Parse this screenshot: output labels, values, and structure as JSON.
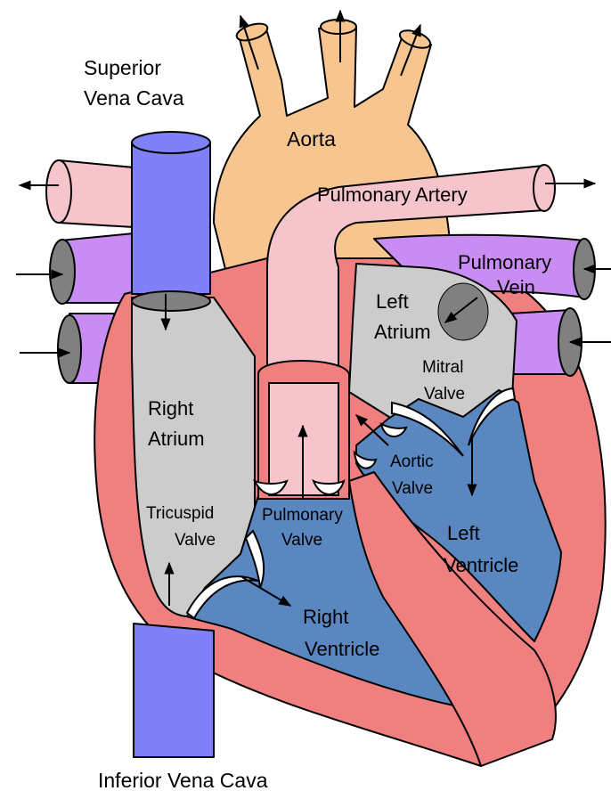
{
  "colors": {
    "aorta": "#f7c690",
    "pulmonary_artery": "#f6c5cc",
    "pulmonary_vein": "#c88cf2",
    "vena_cava": "#8080f8",
    "atrium": "#cccccc",
    "ventricle": "#5a87bf",
    "muscle": "#f08080",
    "muscle_edge": "#e06060",
    "valve": "#ffffff",
    "outline": "#000000",
    "vessel_opening": "#808080"
  },
  "labels": {
    "superior_vena_cava_line1": "Superior",
    "superior_vena_cava_line2": "Vena Cava",
    "aorta": "Aorta",
    "pulmonary_artery": "Pulmonary Artery",
    "pulmonary_vein_line1": "Pulmonary",
    "pulmonary_vein_line2": "Vein",
    "left_atrium_line1": "Left",
    "left_atrium_line2": "Atrium",
    "mitral_valve_line1": "Mitral",
    "mitral_valve_line2": "Valve",
    "right_atrium_line1": "Right",
    "right_atrium_line2": "Atrium",
    "aortic_valve_line1": "Aortic",
    "aortic_valve_line2": "Valve",
    "tricuspid_valve_line1": "Tricuspid",
    "tricuspid_valve_line2": "Valve",
    "pulmonary_valve_line1": "Pulmonary",
    "pulmonary_valve_line2": "Valve",
    "left_ventricle_line1": "Left",
    "left_ventricle_line2": "Ventricle",
    "right_ventricle_line1": "Right",
    "right_ventricle_line2": "Ventricle",
    "inferior_vena_cava": "Inferior Vena Cava"
  }
}
